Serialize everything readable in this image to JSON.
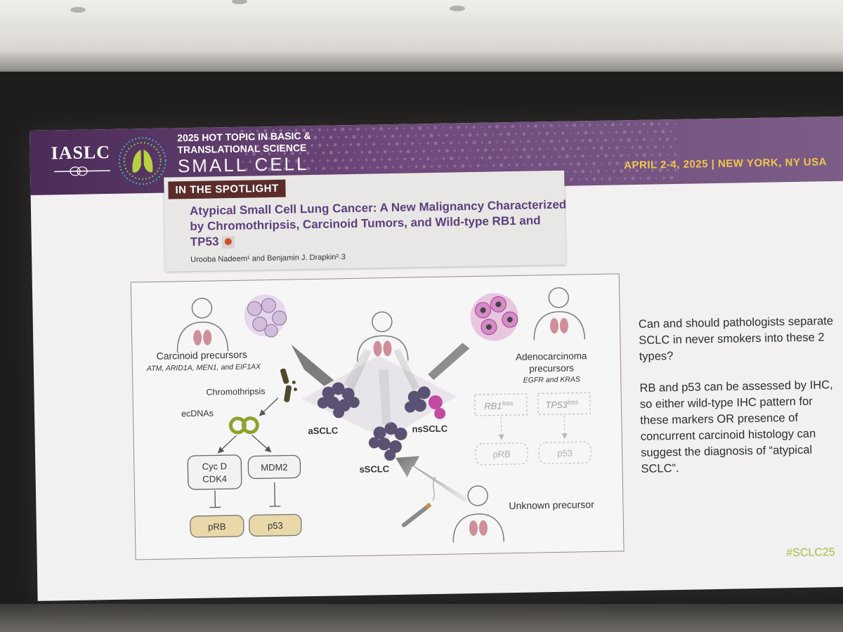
{
  "header": {
    "org": "IASLC",
    "title_line1": "2025 HOT TOPIC IN BASIC &",
    "title_line2": "TRANSLATIONAL SCIENCE",
    "title_line3": "SMALL CELL",
    "dates": "APRIL 2-4, 2025 | NEW YORK, NY USA",
    "colors": {
      "banner": "#5e3b6b",
      "dates": "#f3c64a"
    }
  },
  "spotlight": {
    "tag": "IN THE SPOTLIGHT",
    "title": "Atypical Small Cell Lung Cancer: A New Malignancy Characterized by Chromothripsis, Carcinoid Tumors, and Wild-type RB1 and TP53",
    "authors": "Urooba Nadeem¹ and Benjamin J. Drapkin²˒3",
    "title_color": "#5b3f7d"
  },
  "figure": {
    "carcinoid_label": "Carcinoid precursors",
    "carcinoid_genes": "ATM, ARID1A, MEN1, and EIF1AX",
    "chromothripsis": "Chromothripsis",
    "ecdnas": "ecDNAs",
    "cycd": "Cyc D",
    "cdk4": "CDK4",
    "mdm2": "MDM2",
    "prb": "pRB",
    "p53": "p53",
    "ascl": "aSCLC",
    "sscl": "sSCLC",
    "nsscl": "nsSCLC",
    "adeno_line1": "Adenocarcinoma",
    "adeno_line2": "precursors",
    "adeno_genes": "EGFR and KRAS",
    "rb1": "RB1",
    "tp53": "TP53",
    "loss": "loss",
    "prb_faded": "pRB",
    "p53_faded": "p53",
    "unknown": "Unknown precursor"
  },
  "sidebar": {
    "q1": "Can and should pathologists separate SCLC in never smokers into these 2 types?",
    "q2": "RB and p53 can be assessed by IHC, so either wild-type IHC pattern for these markers OR presence of concurrent carcinoid histology can suggest the diagnosis of “atypical SCLC”."
  },
  "hashtag": "#SCLC25"
}
